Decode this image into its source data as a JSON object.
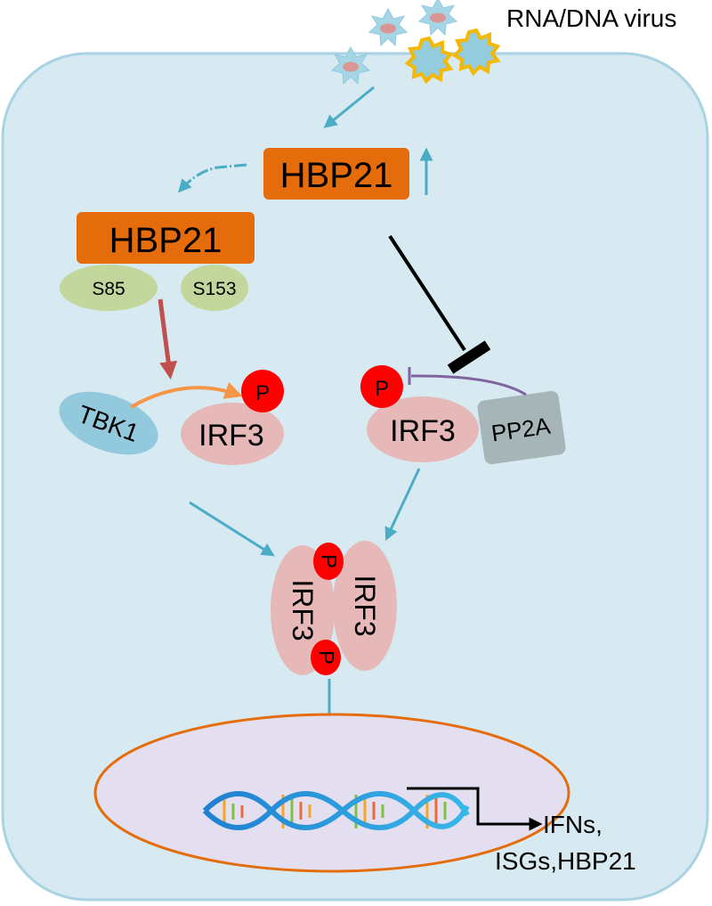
{
  "virus_label": "RNA/DNA virus",
  "hbp21_top": "HBP21",
  "hbp21_left": "HBP21",
  "site_s85": "S85",
  "site_s153": "S153",
  "tbk1": "TBK1",
  "irf3_left": "IRF3",
  "irf3_right": "IRF3",
  "pp2a": "PP2A",
  "phospho": "P",
  "dimer_irf3_a": "IRF3",
  "dimer_irf3_b": "IRF3",
  "output_line1": "IFNs,",
  "output_line2": "ISGs,HBP21",
  "colors": {
    "cell_fill": "#d7eaf1",
    "cell_stroke": "#a9d3e2",
    "hbp21": "#e46c0a",
    "site": "#c3d69b",
    "tbk1": "#92c9dc",
    "irf3": "#e6b9b8",
    "pp2a": "#a6b5b7",
    "phospho": "#ff0000",
    "arrow": "#4bacc6",
    "nucleus_fill": "#e4dff0",
    "nucleus_stroke": "#e46c0a"
  }
}
